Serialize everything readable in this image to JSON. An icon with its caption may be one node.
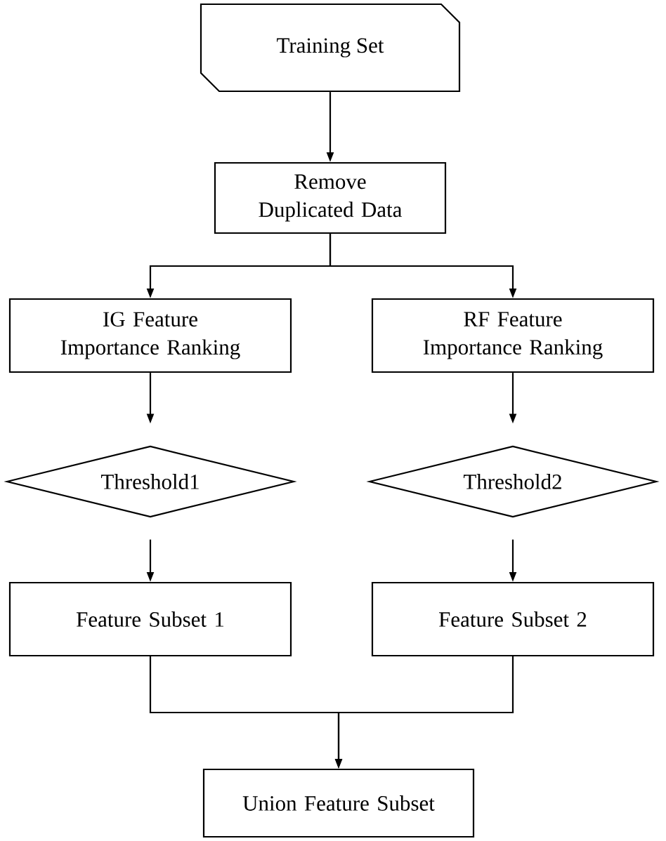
{
  "diagram": {
    "nodes": [
      {
        "text": [
          "Training Set"
        ]
      },
      {
        "text": [
          "Remove Duplicated Data"
        ]
      },
      {
        "text": [
          "IG Feature Importance Ranking"
        ]
      },
      {
        "text": [
          "RF Feature Importance Ranking"
        ]
      },
      {
        "text": [
          "Threshold1"
        ]
      },
      {
        "text": [
          "Threshold2"
        ]
      },
      {
        "text": [
          "Feature Subset 1"
        ]
      },
      {
        "text": [
          "Feature Subset 2"
        ]
      },
      {
        "text": [
          "Union Feature Subset"
        ]
      }
    ],
    "edges": [
      {
        "from": 0,
        "to": 1,
        "arrow": "to"
      },
      {
        "from": 1,
        "to": 2,
        "arrow": "to"
      },
      {
        "from": 1,
        "to": 3,
        "arrow": "to"
      },
      {
        "from": 2,
        "to": 4,
        "arrow": "to"
      },
      {
        "from": 3,
        "to": 5,
        "arrow": "to"
      },
      {
        "from": 4,
        "to": 6,
        "arrow": "to"
      },
      {
        "from": 5,
        "to": 7,
        "arrow": "to"
      },
      {
        "from": 6,
        "to": 8,
        "arrow": "to"
      },
      {
        "from": 7,
        "to": 8,
        "arrow": "to"
      }
    ]
  }
}
